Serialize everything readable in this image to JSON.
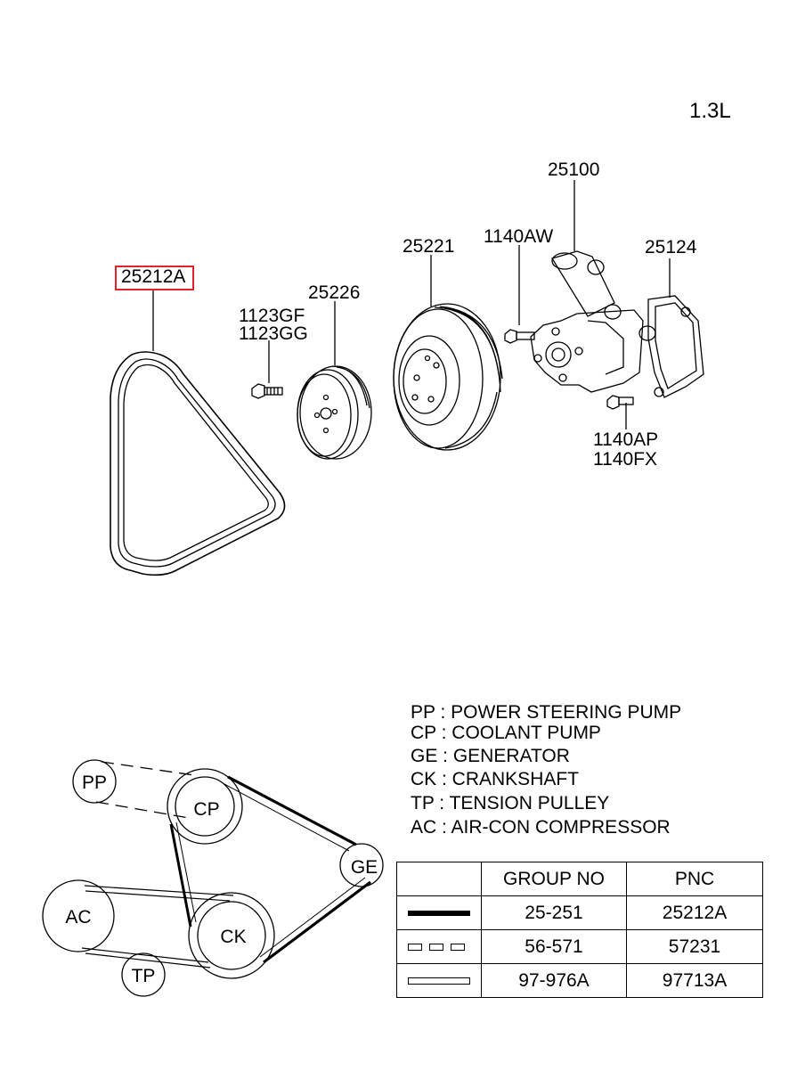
{
  "engine": "1.3L",
  "parts": {
    "belt": "25212A",
    "bolt_a": "1123GF",
    "bolt_b": "1123GG",
    "pulley_small": "25226",
    "pulley_large": "25221",
    "bolt_pump": "1140AW",
    "water_pump": "25100",
    "gasket": "25124",
    "bolt_lower_a": "1140AP",
    "bolt_lower_b": "1140FX"
  },
  "routing": {
    "pp": "PP",
    "cp": "CP",
    "ge": "GE",
    "ac": "AC",
    "ck": "CK",
    "tp": "TP"
  },
  "legend": [
    "PP : POWER STEERING PUMP",
    "CP : COOLANT PUMP",
    "GE : GENERATOR",
    "CK : CRANKSHAFT",
    "TP : TENSION PULLEY",
    "AC : AIR-CON COMPRESSOR"
  ],
  "table": {
    "headers": [
      "",
      "GROUP NO",
      "PNC"
    ],
    "rows": [
      {
        "line": "solid",
        "group": "25-251",
        "pnc": "25212A"
      },
      {
        "line": "dashed",
        "group": "56-571",
        "pnc": "57231"
      },
      {
        "line": "hollow",
        "group": "97-976A",
        "pnc": "97713A"
      }
    ]
  },
  "colors": {
    "highlight": "#e0242a",
    "ink": "#000000"
  }
}
